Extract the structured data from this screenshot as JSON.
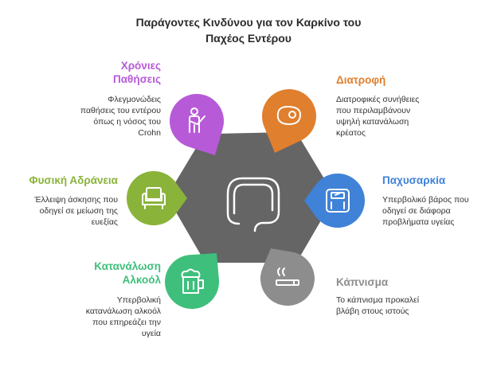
{
  "title": [
    "Παράγοντες Κινδύνου για τον Καρκίνο του",
    "Παχέος Εντέρου"
  ],
  "factors": [
    {
      "heading": [
        "Χρόνιες",
        "Παθήσεις"
      ],
      "desc": [
        "Φλεγμονώδεις",
        "παθήσεις του εντέρου",
        "όπως η νόσος του",
        "Crohn"
      ],
      "color": "#b75ad8",
      "icon": "sick-person-icon"
    },
    {
      "heading": [
        "Διατροφή"
      ],
      "desc": [
        "Διατροφικές συνήθειες",
        "που περιλαμβάνουν",
        "υψηλή κατανάλωση",
        "κρέατος"
      ],
      "color": "#e07f2d",
      "icon": "steak-icon"
    },
    {
      "heading": [
        "Φυσική Αδράνεια"
      ],
      "desc": [
        "Έλλειψη άσκησης που",
        "οδηγεί σε μείωση της",
        "ευεξίας"
      ],
      "color": "#8ab33a",
      "icon": "armchair-icon"
    },
    {
      "heading": [
        "Παχυσαρκία"
      ],
      "desc": [
        "Υπερβολικό βάρος που",
        "οδηγεί σε διάφορα",
        "προβλήματα υγείας"
      ],
      "color": "#3f82d8",
      "icon": "scale-icon"
    },
    {
      "heading": [
        "Κατανάλωση",
        "Αλκοόλ"
      ],
      "desc": [
        "Υπερβολική",
        "κατανάλωση αλκοόλ",
        "που επηρεάζει την",
        "υγεία"
      ],
      "color": "#3fbf7c",
      "icon": "beer-mug-icon"
    },
    {
      "heading": [
        "Κάπνισμα"
      ],
      "desc": [
        "Το κάπνισμα προκαλεί",
        "βλάβη στους ιστούς"
      ],
      "color": "#8d8d8d",
      "icon": "cigarette-icon"
    }
  ],
  "center": {
    "color": "#656565",
    "icon": "colon-icon"
  }
}
